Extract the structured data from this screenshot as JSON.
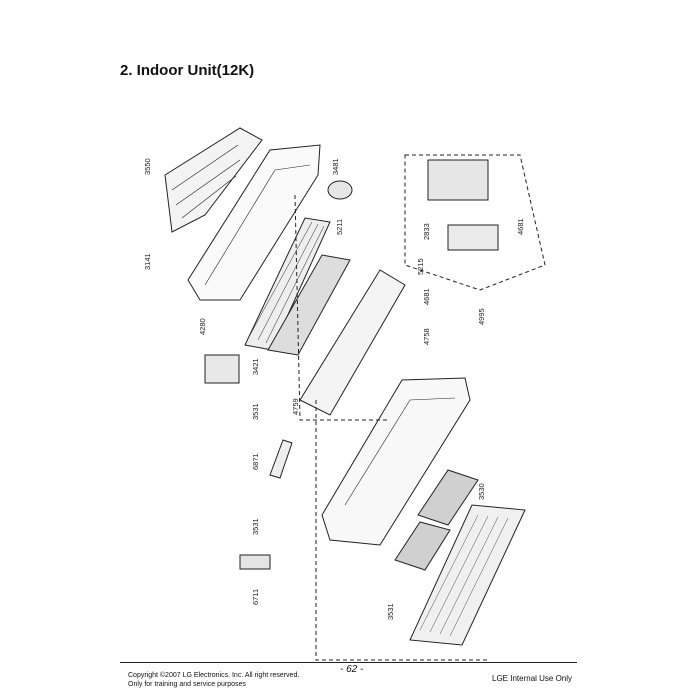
{
  "document": {
    "section_title": "2. Indoor Unit(12K)"
  },
  "parts": [
    "3550",
    "3141",
    "4280",
    "3481",
    "5211",
    "3421",
    "5215",
    "4681",
    "4758",
    "4759",
    "3531",
    "6871",
    "3531",
    "3530",
    "3531",
    "6711",
    "2833",
    "4681",
    "4995"
  ],
  "footer": {
    "copyright_line1": "Copyright ©2007 LG Electronics. Inc. All right reserved.",
    "copyright_line2": "Only for training and service purposes",
    "page_number": "- 62 -",
    "internal_note": "LGE Internal Use Only"
  }
}
